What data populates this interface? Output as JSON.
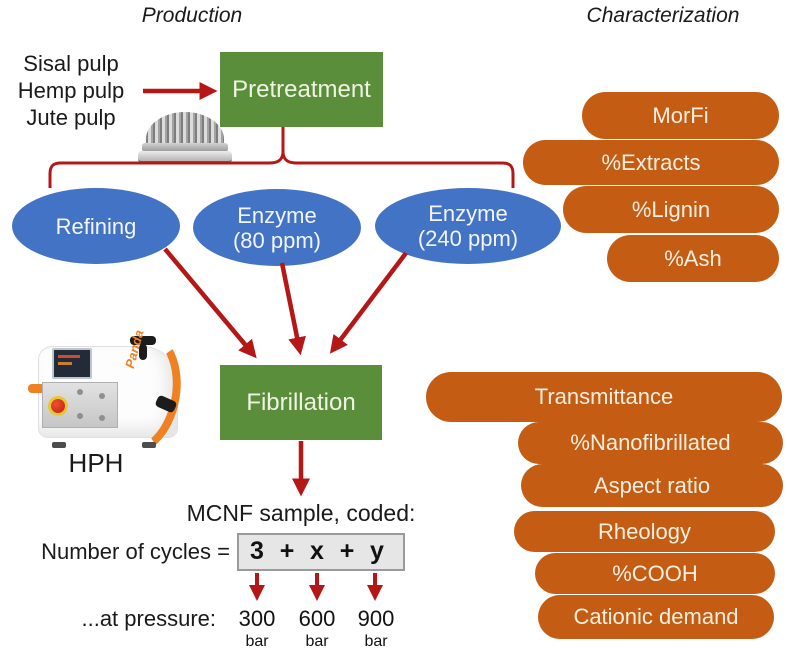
{
  "titles": {
    "production": "Production",
    "characterization": "Characterization"
  },
  "materials": {
    "pulps": [
      "Sisal pulp",
      "Hemp pulp",
      "Jute pulp"
    ]
  },
  "process": {
    "pretreatment_label": "Pretreatment",
    "fibrillation_label": "Fibrillation",
    "branches": [
      {
        "line1": "Refining",
        "line2": ""
      },
      {
        "line1": "Enzyme",
        "line2": "(80 ppm)"
      },
      {
        "line1": "Enzyme",
        "line2": "(240 ppm)"
      }
    ]
  },
  "characterization": {
    "pretreatment_tests": [
      "MorFi",
      "%Extracts",
      "%Lignin",
      "%Ash"
    ],
    "fibrillation_tests": [
      "Transmittance",
      "%Nanofibrillated",
      "Aspect ratio",
      "Rheology",
      "%COOH",
      "Cationic demand"
    ]
  },
  "equipment": {
    "hph_label": "HPH",
    "hph_machine_text": "Panda"
  },
  "coding": {
    "sample_label": "MCNF sample, coded:",
    "cycles_label": "Number of cycles =",
    "code_parts": [
      "3",
      "+",
      "x",
      "+",
      "y"
    ],
    "pressure_label": "...at pressure:",
    "pressures": [
      {
        "value": "300",
        "unit": "bar"
      },
      {
        "value": "600",
        "unit": "bar"
      },
      {
        "value": "900",
        "unit": "bar"
      }
    ]
  },
  "colors": {
    "process_green": "#5b8e3b",
    "branch_blue": "#4273c4",
    "characterization_orange": "#c45c14",
    "arrow_red": "#b51716",
    "code_box_gray": "#e6e6e6"
  }
}
